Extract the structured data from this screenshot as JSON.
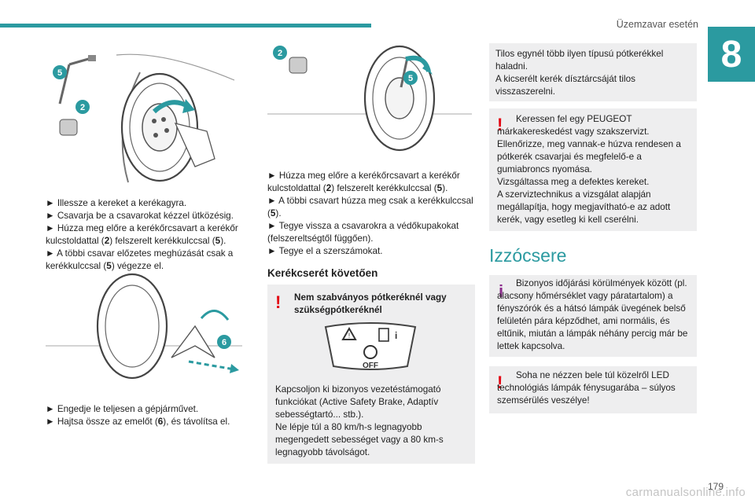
{
  "header": {
    "title": "Üzemzavar esetén",
    "chapter": "8"
  },
  "col1": {
    "illus1_badges": [
      "5",
      "2"
    ],
    "steps1": [
      "► Illessze a kereket a kerékagyra.",
      "► Csavarja be a csavarokat kézzel ütközésig.",
      "► Húzza meg előre a kerékőrcsavart a kerékőr kulcstoldattal (",
      "2",
      ") felszerelt kerékkulccsal (",
      "5",
      ").",
      "► A többi csavar előzetes meghúzását csak a kerékkulccsal (",
      "5",
      ") végezze el."
    ],
    "illus2_badge": "6",
    "steps2": [
      "► Engedje le teljesen a gépjárművet.",
      "► Hajtsa össze az emelőt (",
      "6",
      "), és távolítsa el."
    ]
  },
  "col2": {
    "illus_badges": [
      "2",
      "5"
    ],
    "steps": [
      "► Húzza meg előre a kerékőrcsavart a kerékőr kulcstoldattal (",
      "2",
      ") felszerelt kerékkulccsal (",
      "5",
      ").",
      "► A többi csavart húzza meg csak a kerékkulccsal (",
      "5",
      ").",
      "► Tegye vissza a csavarokra a védőkupakokat (felszereltségtől függően).",
      "► Tegye el a szerszámokat."
    ],
    "section_title": "Kerékcserét követően",
    "warning_title": "Nem szabványos pótkeréknél vagy szükségpótkeréknél",
    "dash_off_label": "OFF",
    "warning_text1": "Kapcsoljon ki bizonyos vezetéstámogató funkciókat (Active Safety Brake, Adaptív sebességtartó... stb.).",
    "warning_text2": "Ne lépje túl a 80 km/h-s legnagyobb megengedett sebességet vagy a 80 km-s legnagyobb távolságot."
  },
  "col3": {
    "box1_text": "Tilos egynél több ilyen típusú pótkerékkel haladni.",
    "box1_text2": "A kicserélt kerék dísztárcsáját tilos visszaszerelni.",
    "box2_lines": [
      "Keressen fel egy PEUGEOT márkakereskedést vagy szakszervizt.",
      "Ellenőrizze, meg vannak-e húzva rendesen a pótkerék csavarjai és megfelelő-e a gumiabroncs nyomása.",
      "Vizsgáltassa meg a defektes kereket.",
      "A szerviztechnikus a vizsgálat alapján megállapítja, hogy megjavítható-e az adott kerék, vagy esetleg ki kell cserélni."
    ],
    "heading": "Izzócsere",
    "info_text": "Bizonyos időjárási körülmények között (pl. alacsony hőmérséklet vagy páratartalom) a fényszórók és a hátsó lámpák üvegének belső felületén pára képződhet, ami normális, és eltűnik, miután a lámpák néhány percig már be lettek kapcsolva.",
    "warn3_text": "Soha ne nézzen bele túl közelről LED technológiás lámpák fénysugarába – súlyos szemsérülés veszélye!"
  },
  "footer": {
    "page_number": "179",
    "watermark": "carmanualsonline.info"
  },
  "colors": {
    "accent": "#2b9aa0",
    "warning": "#e30613",
    "info": "#8a2b8b",
    "box_bg": "#eeeeef"
  }
}
